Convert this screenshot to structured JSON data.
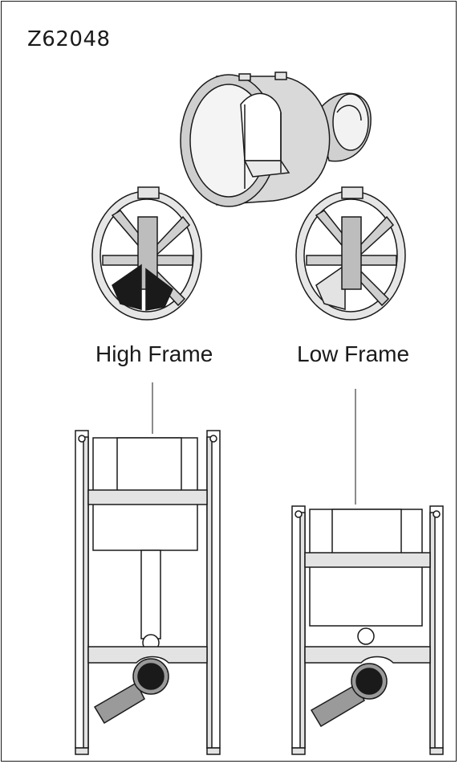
{
  "part_number": "Z62048",
  "labels": {
    "high": "High Frame",
    "low": "Low Frame"
  },
  "colors": {
    "line": "#1a1a1a",
    "light_gray": "#e3e3e3",
    "mid_gray": "#9a9a9a",
    "dark": "#1a1a1a"
  }
}
